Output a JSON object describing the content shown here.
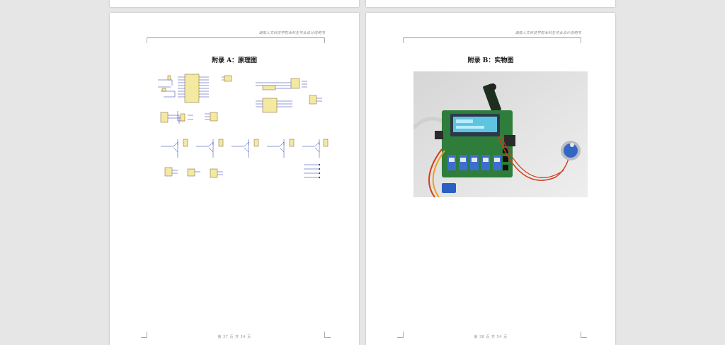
{
  "document": {
    "left_page": {
      "header": "湖南人文科技学院本科生毕业设计说明书",
      "title": "附录 A：原理图",
      "footer": "第 37 页 共 54 页"
    },
    "right_page": {
      "header": "湖南人文科技学院本科生毕业设计说明书",
      "title": "附录 B：实物图",
      "footer": "第 38 页 共 54 页"
    }
  },
  "colors": {
    "background": "#e6e6e6",
    "page": "#ffffff",
    "schematic_wire": "#2233aa",
    "schematic_part": "#f3e9a0",
    "schematic_ic": "#7a5b3a",
    "pcb_green": "#2e7d3a",
    "lcd_blue": "#5fc4e0"
  }
}
